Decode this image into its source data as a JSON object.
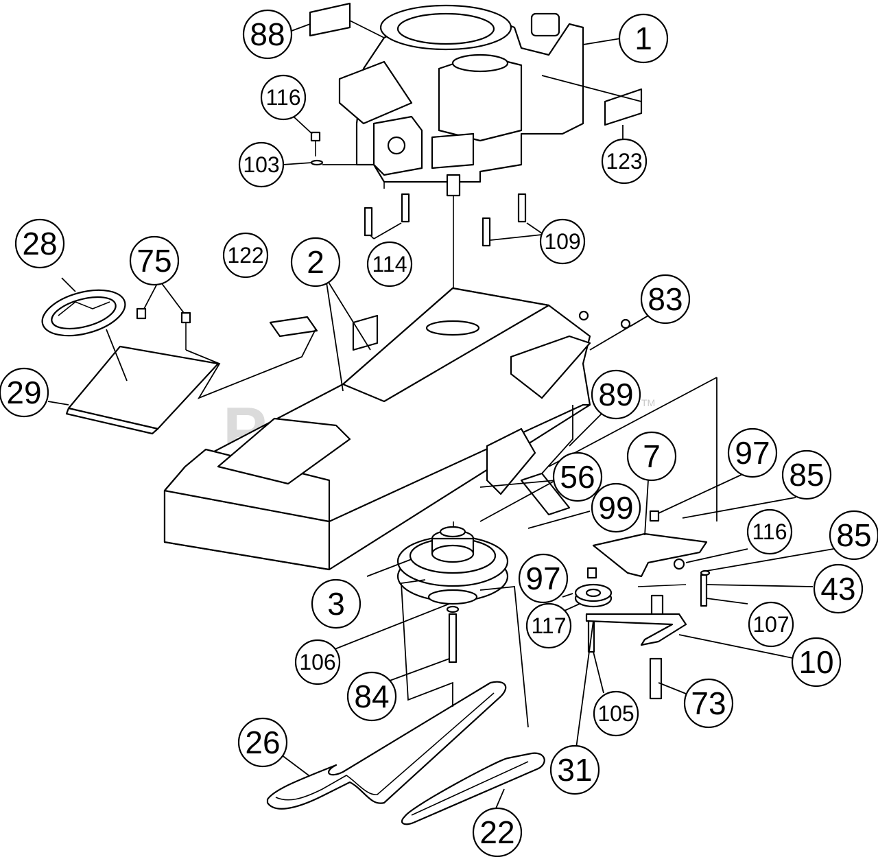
{
  "watermark": {
    "text": "PartsTree",
    "mark": "TM"
  },
  "callouts": [
    {
      "id": "1",
      "label": "1"
    },
    {
      "id": "2",
      "label": "2"
    },
    {
      "id": "3",
      "label": "3"
    },
    {
      "id": "7",
      "label": "7"
    },
    {
      "id": "10",
      "label": "10"
    },
    {
      "id": "22",
      "label": "22"
    },
    {
      "id": "26",
      "label": "26"
    },
    {
      "id": "28",
      "label": "28"
    },
    {
      "id": "29",
      "label": "29"
    },
    {
      "id": "31",
      "label": "31"
    },
    {
      "id": "43",
      "label": "43"
    },
    {
      "id": "56",
      "label": "56"
    },
    {
      "id": "73",
      "label": "73"
    },
    {
      "id": "75",
      "label": "75"
    },
    {
      "id": "83",
      "label": "83"
    },
    {
      "id": "84",
      "label": "84"
    },
    {
      "id": "85a",
      "label": "85"
    },
    {
      "id": "85b",
      "label": "85"
    },
    {
      "id": "88",
      "label": "88"
    },
    {
      "id": "89",
      "label": "89"
    },
    {
      "id": "97a",
      "label": "97"
    },
    {
      "id": "97b",
      "label": "97"
    },
    {
      "id": "99",
      "label": "99"
    },
    {
      "id": "103",
      "label": "103"
    },
    {
      "id": "105",
      "label": "105"
    },
    {
      "id": "106",
      "label": "106"
    },
    {
      "id": "107",
      "label": "107"
    },
    {
      "id": "109",
      "label": "109"
    },
    {
      "id": "114",
      "label": "114"
    },
    {
      "id": "116a",
      "label": "116"
    },
    {
      "id": "116b",
      "label": "116"
    },
    {
      "id": "117",
      "label": "117"
    },
    {
      "id": "122",
      "label": "122"
    },
    {
      "id": "123",
      "label": "123"
    }
  ]
}
